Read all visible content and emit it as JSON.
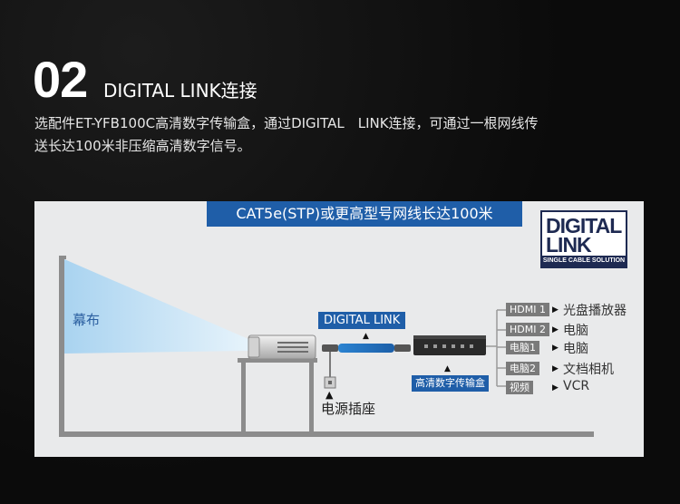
{
  "header": {
    "section_number": "02",
    "section_title": "DIGITAL LINK连接"
  },
  "description": {
    "line1": "选配件ET-YFB100C高清数字传输盒，通过DIGITAL　LINK连接，可通过一根网线传",
    "line2": "送长达100米非压缩高清数字信号。"
  },
  "diagram": {
    "cable_banner": "CAT5e(STP)或更高型号网线长达100米",
    "logo": {
      "line1": "DIGITAL",
      "line2": "LINK",
      "tagline": "SINGLE CABLE SOLUTION"
    },
    "screen_label": "幕布",
    "digital_link_label": "DIGITAL LINK",
    "hub_label": "高清数字传输盒",
    "socket_label": "电源插座",
    "outputs": [
      {
        "port": "HDMI 1",
        "device": "光盘播放器"
      },
      {
        "port": "HDMI 2",
        "device": "电脑"
      },
      {
        "port": "电脑1",
        "device": "电脑"
      },
      {
        "port": "电脑2",
        "device": "文档相机"
      },
      {
        "port": "视频",
        "device": "VCR"
      }
    ],
    "colors": {
      "accent_blue": "#1f5ea8",
      "panel_bg": "#e9eaeb",
      "projector_light": "#bfe0f5"
    }
  }
}
